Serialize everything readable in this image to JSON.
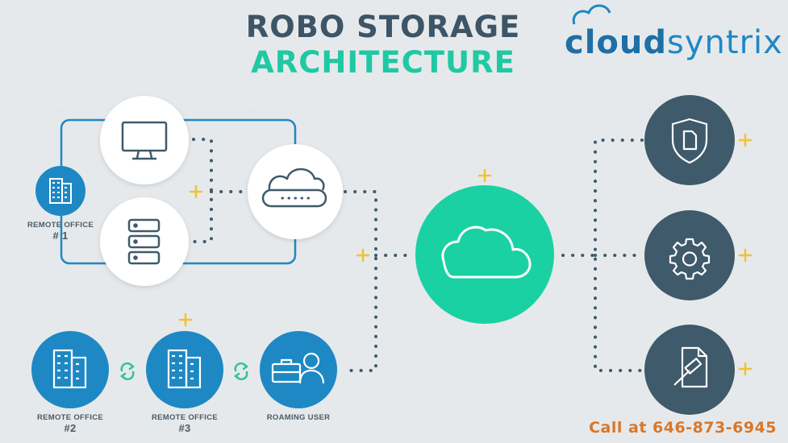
{
  "title": {
    "line1": "ROBO STORAGE",
    "line2": "ARCHITECTURE"
  },
  "logo": {
    "part1": "cloud",
    "part2": "syntrix"
  },
  "nodes": {
    "remote_office_1": {
      "label": "REMOTE OFFICE",
      "number": "# 1",
      "icon": "office-building-icon"
    },
    "remote_office_2": {
      "label": "REMOTE OFFICE",
      "number": "#2",
      "icon": "office-building-icon"
    },
    "remote_office_3": {
      "label": "REMOTE OFFICE",
      "number": "#3",
      "icon": "office-building-icon"
    },
    "roaming_user": {
      "label": "ROAMING USER",
      "icon": "user-with-briefcase-icon"
    },
    "desktop": {
      "icon": "monitor-icon"
    },
    "server": {
      "icon": "server-icon"
    },
    "cloud_gateway": {
      "icon": "cloud-gateway-icon"
    },
    "central_cloud": {
      "icon": "cloud-icon"
    },
    "security": {
      "icon": "shield-document-icon"
    },
    "management": {
      "icon": "gear-icon"
    },
    "compliance": {
      "icon": "legal-document-gavel-icon"
    }
  },
  "contact": {
    "phone_text": "Call at 646-873-6945"
  },
  "colors": {
    "background": "#e6e9eb",
    "title_dark": "#3d5566",
    "title_accent": "#1fc9a3",
    "blue": "#1e88c4",
    "teal": "#1ad1a3",
    "slate": "#3f5a6a",
    "plus_yellow": "#f1c232",
    "sync_green": "#2ec49a",
    "phone_orange": "#d9772a"
  }
}
